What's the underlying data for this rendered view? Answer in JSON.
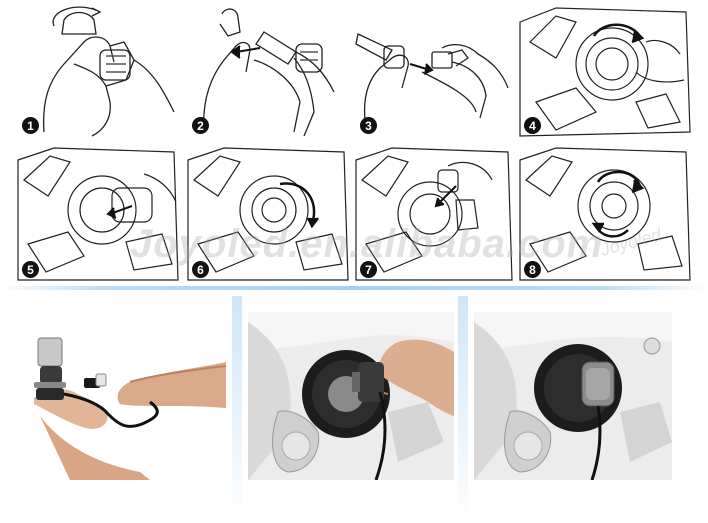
{
  "steps": [
    {
      "number": "1"
    },
    {
      "number": "2"
    },
    {
      "number": "3"
    },
    {
      "number": "4"
    },
    {
      "number": "5"
    },
    {
      "number": "6"
    },
    {
      "number": "7"
    },
    {
      "number": "8"
    }
  ],
  "watermark": {
    "main": "Joyoled.en.alibaba.com",
    "corner": "Joyoled"
  },
  "colors": {
    "divider_blue": "#a5d1f1",
    "ink": "#222222",
    "badge": "#111111"
  }
}
